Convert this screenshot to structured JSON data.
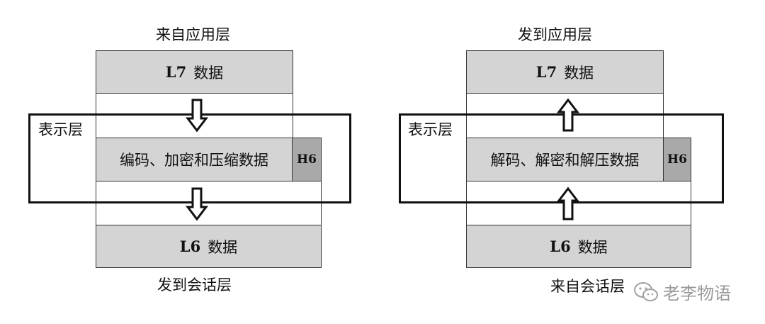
{
  "left": {
    "top_label": "来自应用层",
    "l7_prefix": "L7",
    "l7_text": "数据",
    "layer_label": "表示层",
    "process_text": "编码、加密和压缩数据",
    "header_label": "H6",
    "l6_prefix": "L6",
    "l6_text": "数据",
    "bottom_label": "发到会话层"
  },
  "right": {
    "top_label": "发到应用层",
    "l7_prefix": "L7",
    "l7_text": "数据",
    "layer_label": "表示层",
    "process_text": "解码、解密和解压数据",
    "header_label": "H6",
    "l6_prefix": "L6",
    "l6_text": "数据",
    "bottom_label": "来自会话层"
  },
  "watermark": {
    "icon": "wechat-icon",
    "text": "老李物语"
  },
  "colors": {
    "data_fill": "#d4d4d4",
    "header_fill": "#a9a9a9",
    "frame": "#111111"
  }
}
